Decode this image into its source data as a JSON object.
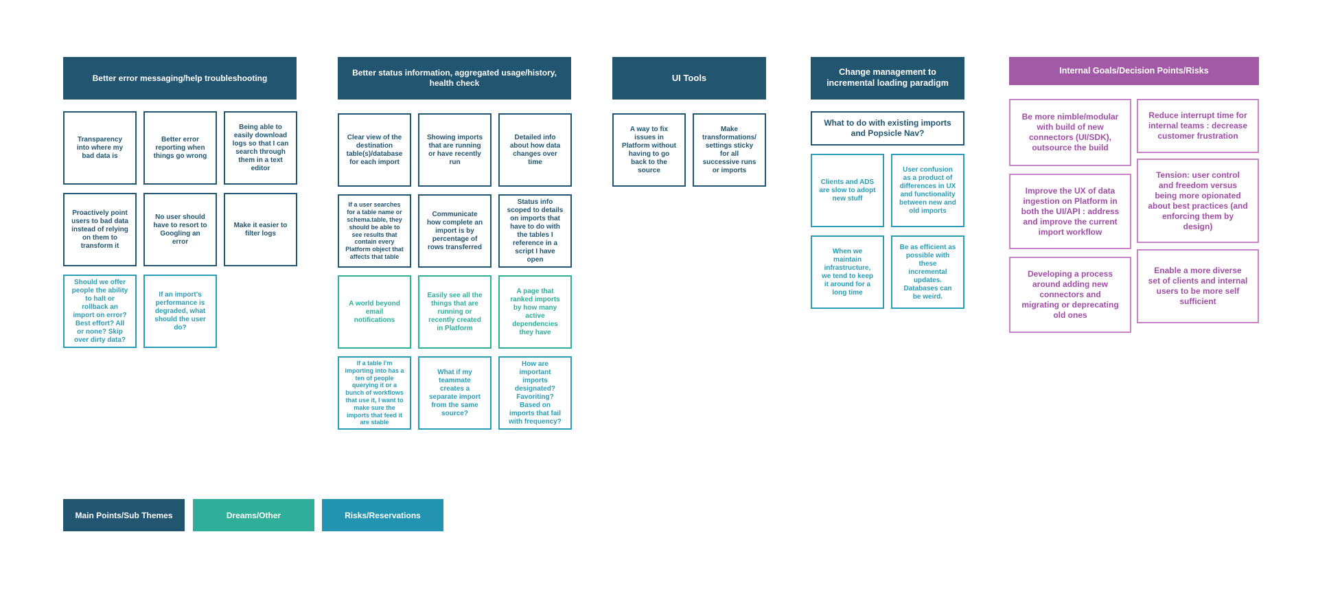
{
  "columns": [
    {
      "header": "Better error messaging/help troubleshooting",
      "cards": [
        {
          "text": "Transparency into where my bad data is",
          "kind": "main"
        },
        {
          "text": "Better error reporting when things go wrong",
          "kind": "main"
        },
        {
          "text": "Being able to easily download logs so that I can search through them in a text editor",
          "kind": "main"
        },
        {
          "text": "Proactively point users to bad data instead of relying on them to transform it",
          "kind": "main"
        },
        {
          "text": "No user should have to resort to Googling an error",
          "kind": "main"
        },
        {
          "text": "Make it easier to filter logs",
          "kind": "main"
        },
        {
          "text": "Should we offer people the ability to halt or rollback an import on error? Best effort? All or none? Skip over dirty data?",
          "kind": "risk"
        },
        {
          "text": "If an import's performance is degraded, what should the user do?",
          "kind": "risk"
        }
      ]
    },
    {
      "header": "Better status information, aggregated usage/history, health check",
      "cards": [
        {
          "text": "Clear view of the destination table(s)/database for each import",
          "kind": "main"
        },
        {
          "text": "Showing imports that are running or have recently run",
          "kind": "main"
        },
        {
          "text": "Detailed info about how data changes over time",
          "kind": "main"
        },
        {
          "text": "If a user searches for a table name or schema.table, they should be able to see results that contain every Platform object that affects that table",
          "kind": "main"
        },
        {
          "text": "Communicate how complete an import is by percentage of rows transferred",
          "kind": "main"
        },
        {
          "text": "Status info scoped to details on imports that have to do with the tables I reference in a script I have open",
          "kind": "main"
        },
        {
          "text": "A world beyond email notifications",
          "kind": "dream"
        },
        {
          "text": "Easily see all the things that are running or recently created in Platform",
          "kind": "dream"
        },
        {
          "text": "A page that ranked imports by how many active dependencies they have",
          "kind": "dream"
        },
        {
          "text": "If a table I'm importing into has a ten of people querying it or a bunch of workflows that use it, I want to make sure the imports that feed it are stable",
          "kind": "risk"
        },
        {
          "text": "What if my teammate creates a separate import from the same source?",
          "kind": "risk"
        },
        {
          "text": "How are important imports designated? Favoriting? Based on imports that fail with frequency?",
          "kind": "risk"
        }
      ]
    },
    {
      "header": "UI Tools",
      "cards": [
        {
          "text": "A way to fix issues in Platform without having to go back to the source",
          "kind": "main"
        },
        {
          "text": "Make transformations/ settings sticky for all successive runs or imports",
          "kind": "main"
        }
      ]
    },
    {
      "header": "Change management to incremental loading paradigm",
      "subheader": "What to do with existing imports and Popsicle Nav?",
      "cards": [
        {
          "text": "Clients and ADS are slow to adopt new stuff",
          "kind": "risk"
        },
        {
          "text": "User confusion as a product of differences in UX and functionality between new and old imports",
          "kind": "risk"
        },
        {
          "text": "When we maintain infrastructure, we tend to keep it around for a long time",
          "kind": "risk"
        },
        {
          "text": "Be as efficient as possible with these incremental updates. Databases can be weird.",
          "kind": "risk"
        }
      ]
    },
    {
      "header": "Internal Goals/Decision Points/Risks",
      "cards": [
        {
          "text": "Be more nimble/modular with build of new connectors (UI/SDK), outsource the build",
          "kind": "purple"
        },
        {
          "text": "Reduce interrupt time for internal teams : decrease customer frustration",
          "kind": "purple"
        },
        {
          "text": "Improve the UX of data ingestion on Platform in both the UI/API : address and improve the current import workflow",
          "kind": "purple"
        },
        {
          "text": "Tension: user control and freedom versus being more opionated about best practices (and enforcing them by design)",
          "kind": "purple"
        },
        {
          "text": "Developing a process around adding new connectors and migrating or deprecating old ones",
          "kind": "purple"
        },
        {
          "text": "Enable a more diverse set of clients and internal users to be more self sufficient",
          "kind": "purple"
        }
      ]
    }
  ],
  "legend": [
    {
      "label": "Main Points/Sub Themes",
      "color": "#215570"
    },
    {
      "label": "Dreams/Other",
      "color": "#2fae9a"
    },
    {
      "label": "Risks/Reservations",
      "color": "#2293b1"
    }
  ]
}
